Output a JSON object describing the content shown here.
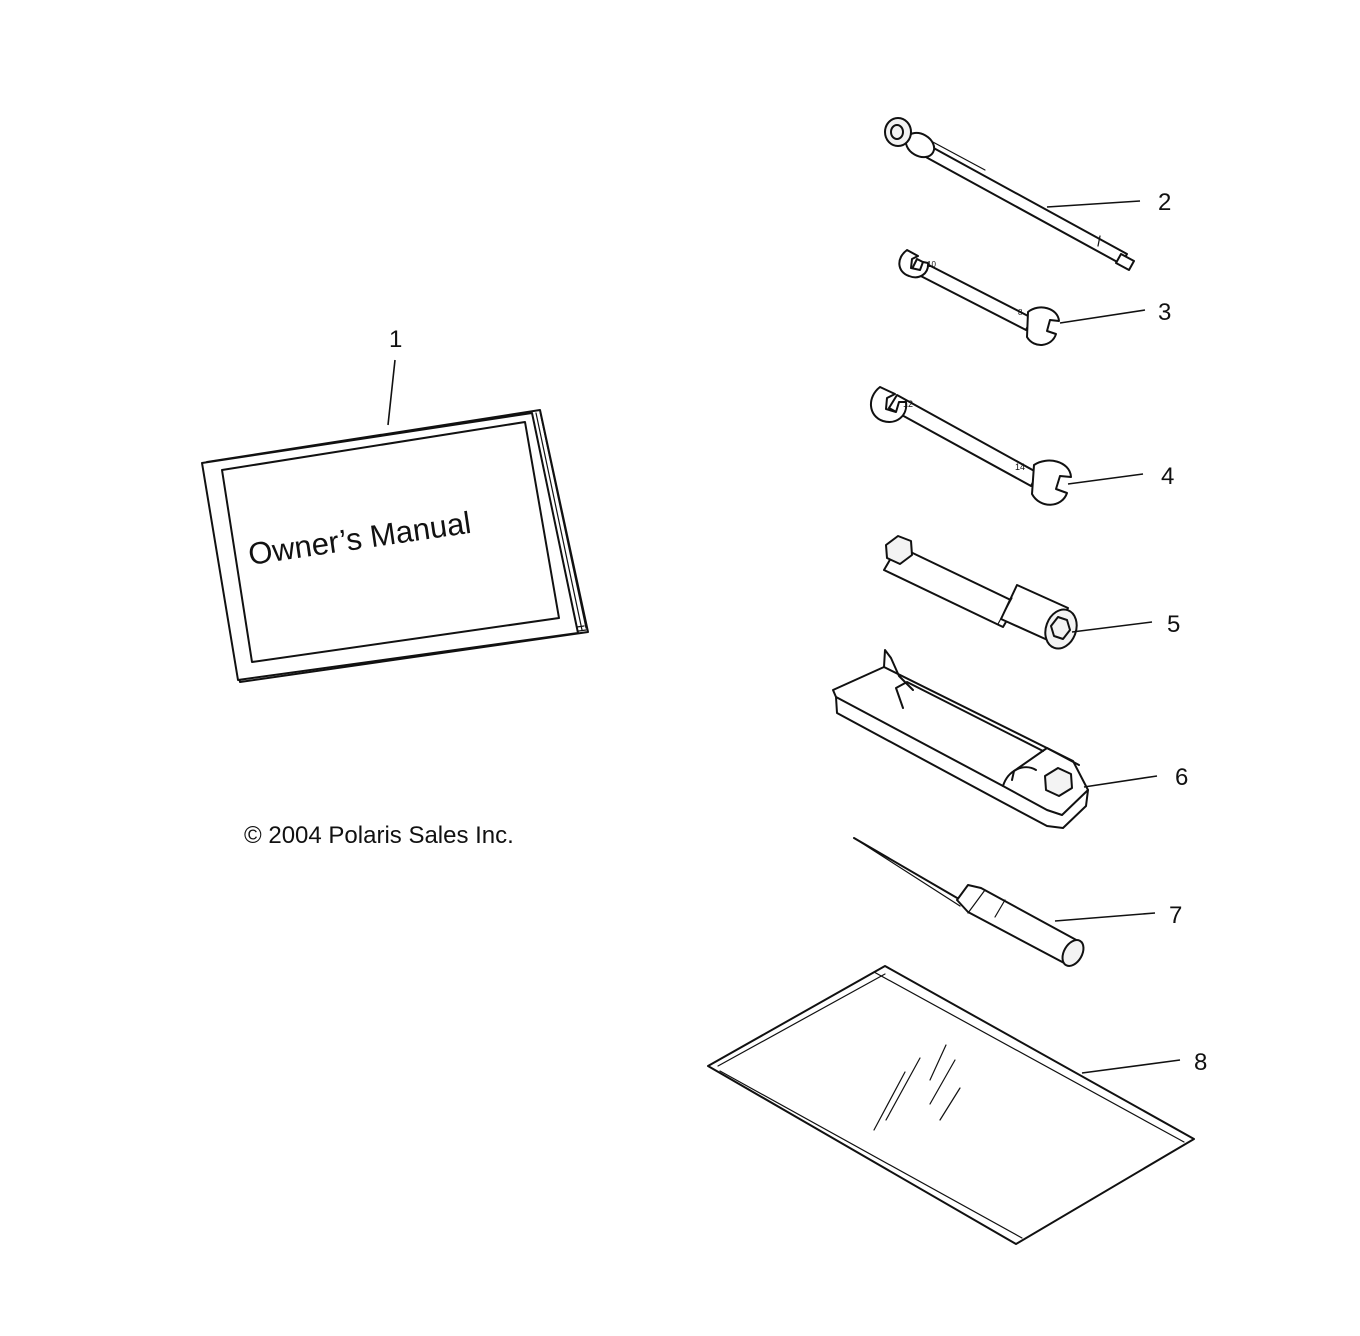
{
  "diagram": {
    "manual_cover_text": "Owner’s Manual",
    "copyright": "© 2004 Polaris Sales Inc.",
    "callouts": [
      "1",
      "2",
      "3",
      "4",
      "5",
      "6",
      "7",
      "8"
    ]
  },
  "parts": [
    {
      "callout": "1",
      "icon": "owners-manual-icon"
    },
    {
      "callout": "2",
      "icon": "tire-pressure-gauge-icon"
    },
    {
      "callout": "3",
      "icon": "small-open-end-wrench-icon"
    },
    {
      "callout": "4",
      "icon": "open-end-wrench-icon"
    },
    {
      "callout": "5",
      "icon": "spark-plug-socket-wrench-icon"
    },
    {
      "callout": "6",
      "icon": "tool-holder-wrench-icon"
    },
    {
      "callout": "7",
      "icon": "screwdriver-icon"
    },
    {
      "callout": "8",
      "icon": "tool-pouch-icon"
    }
  ]
}
